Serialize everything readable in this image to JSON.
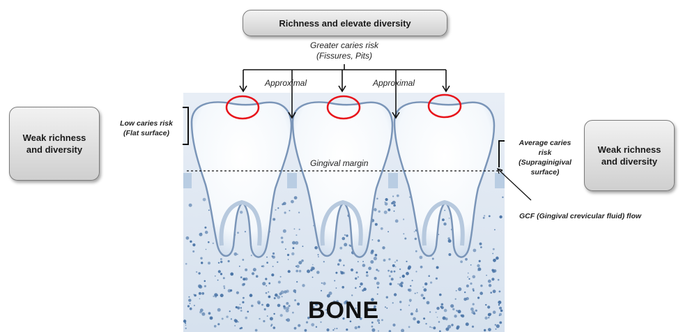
{
  "boxes": {
    "top": "Richness and elevate diversity",
    "left_line1": "Weak richness",
    "left_line2": "and diversity",
    "right_line1": "Weak richness",
    "right_line2": "and diversity"
  },
  "labels": {
    "greater_risk_1": "Greater caries risk",
    "greater_risk_2": "(Fissures, Pits)",
    "approximal_1": "Approximal",
    "approximal_2": "Approximal",
    "low_risk_1": "Low caries risk",
    "low_risk_2": "(Flat surface)",
    "average_risk_1": "Average caries",
    "average_risk_2": "risk",
    "average_risk_3": "(Supraginigival",
    "average_risk_4": "surface)",
    "gingival_margin": "Gingival margin",
    "gcf": "GCF (Gingival crevicular fluid)  flow",
    "bone": "BONE"
  },
  "colors": {
    "tooth_outline": "#7a95b8",
    "tooth_shade": "#c6d6e8",
    "fissure_circle": "#e8141b",
    "bone_dots": "#4a74a6"
  }
}
